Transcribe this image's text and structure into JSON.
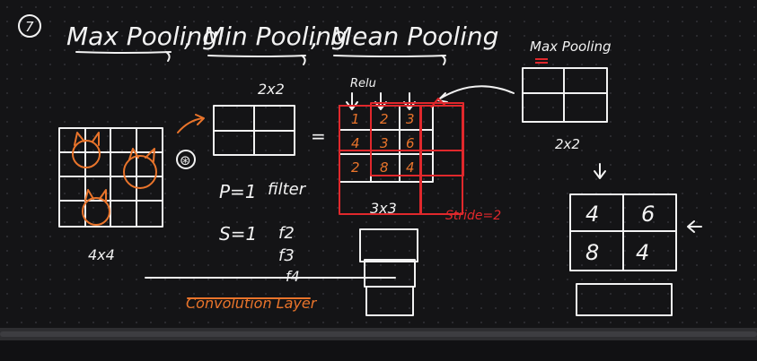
{
  "canvas": {
    "background": "#141416",
    "ink_white": "#f2f2f2",
    "ink_orange": "#e9742b",
    "ink_red": "#e0282c"
  },
  "heading": {
    "number": "7",
    "title_max": "Max Pooling",
    "sep1": ",",
    "title_min": "Min Pooling",
    "sep2": ",",
    "title_mean": "Mean Pooling"
  },
  "input_image": {
    "label": "4x4"
  },
  "kernel": {
    "label": "2x2"
  },
  "operator": {
    "symbol": "⊛",
    "equals": "="
  },
  "params": {
    "padding": "P=1",
    "stride": "S=1",
    "filter_word": "filter",
    "f2": "f2",
    "f3": "f3",
    "f4": "f4"
  },
  "layer_label": "Convolution Layer",
  "feature_map": {
    "relu_label": "Relu",
    "size_label": "3x3",
    "cells": [
      [
        "1",
        "2",
        "3"
      ],
      [
        "4",
        "3",
        "6"
      ],
      [
        "2",
        "8",
        "4"
      ]
    ],
    "stride_label": "Stride=2"
  },
  "max_pool": {
    "title": "Max Pooling",
    "size_label": "2x2",
    "down_arrow": "↓",
    "output": [
      [
        "4",
        "6"
      ],
      [
        "8",
        "4"
      ]
    ],
    "left_arrow": "←"
  }
}
